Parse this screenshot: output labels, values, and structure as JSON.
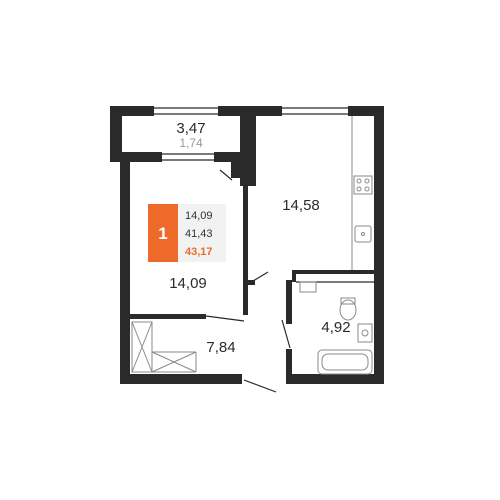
{
  "rooms": {
    "balcony": {
      "area": "3,47",
      "sub_area": "1,74"
    },
    "kitchen_living": {
      "area": "14,58"
    },
    "bedroom": {
      "area": "14,09"
    },
    "bathroom": {
      "area": "4,92"
    },
    "hallway": {
      "area": "7,84"
    }
  },
  "info_card": {
    "rooms_count": "1",
    "living_area": "14,09",
    "total_area": "41,43",
    "area_with_balcony": "43,17"
  },
  "colors": {
    "wall": "#2a2a2a",
    "accent": "#ee6a2a",
    "card_bg": "#f2f2f2",
    "fixture": "#8a8a8a"
  }
}
